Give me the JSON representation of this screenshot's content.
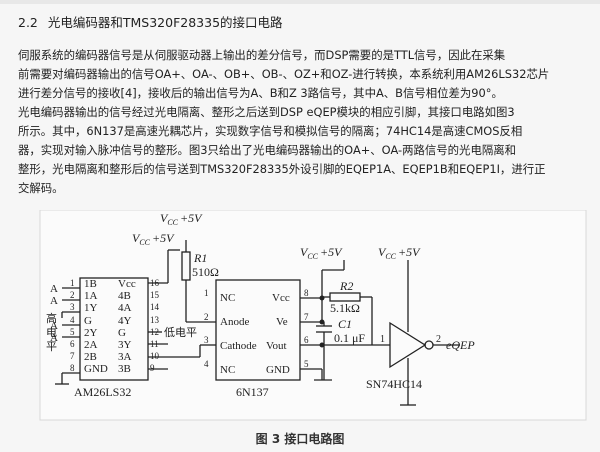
{
  "section": {
    "number": "2.2",
    "title": "光电编码器和TMS320F28335的接口电路"
  },
  "paragraph_lines": [
    "伺服系统的编码器信号是从伺服驱动器上输出的差分信号，而DSP需要的是TTL信号，因此在采集",
    "前需要对编码器输出的信号OA+、OA-、OB+、OB-、OZ+和OZ-进行转换，本系统利用AM26LS32芯片",
    "进行差分信号的接收[4]，接收后的输出信号为A、B和Z 3路信号，其中A、B信号相位差为90°。",
    "光电编码器输出的信号经过光电隔离、整形之后送到DSP eQEP模块的相应引脚，其接口电路如图3",
    "所示。其中，6N137是高速光耦芯片，实现数字信号和模拟信号的隔离；74HC14是高速CMOS反相",
    "器，实现对输入脉冲信号的整形。图3只给出了光电编码器输出的OA+、OA-两路信号的光电隔离和",
    "整形，光电隔离和整形后的信号送到TMS320F28335外设引脚的EQEP1A、EQEP1B和EQEP1I，进行正",
    "交解码。"
  ],
  "figure": {
    "caption": "图 3   接口电路图",
    "vcc_label": "V",
    "vcc_sub": "CC",
    "vcc_value": "+5V",
    "u1": {
      "name": "AM26LS32",
      "inputs": [
        "A",
        "A",
        "A",
        "A"
      ],
      "left_pins": [
        {
          "num": "1",
          "name": "1B"
        },
        {
          "num": "2",
          "name": "1A"
        },
        {
          "num": "3",
          "name": "1Y"
        },
        {
          "num": "4",
          "name": "G"
        },
        {
          "num": "5",
          "name": "2Y"
        },
        {
          "num": "6",
          "name": "2A"
        },
        {
          "num": "7",
          "name": "2B"
        },
        {
          "num": "8",
          "name": "GND"
        }
      ],
      "right_pins": [
        {
          "num": "16",
          "name": "Vcc"
        },
        {
          "num": "15",
          "name": "4B"
        },
        {
          "num": "14",
          "name": "4A"
        },
        {
          "num": "13",
          "name": "4Y"
        },
        {
          "num": "12",
          "name": "G"
        },
        {
          "num": "11",
          "name": "3Y"
        },
        {
          "num": "10",
          "name": "3A"
        },
        {
          "num": "9",
          "name": "3B"
        }
      ],
      "side_label_chars": [
        "高",
        "电",
        "平"
      ],
      "low_level_label": "低电平"
    },
    "r1": {
      "name": "R1",
      "value": "510Ω"
    },
    "u2": {
      "name": "6N137",
      "left_pins": [
        {
          "num": "1",
          "name": "NC"
        },
        {
          "num": "2",
          "name": "Anode"
        },
        {
          "num": "3",
          "name": "Cathode"
        },
        {
          "num": "4",
          "name": "NC"
        }
      ],
      "right_pins": [
        {
          "num": "8",
          "name": "Vcc"
        },
        {
          "num": "7",
          "name": "Ve"
        },
        {
          "num": "6",
          "name": "Vout"
        },
        {
          "num": "5",
          "name": "GND"
        }
      ]
    },
    "r2": {
      "name": "R2",
      "value": "5.1kΩ"
    },
    "c1": {
      "name": "C1",
      "value": "0.1 μF"
    },
    "u3": {
      "name": "SN74HC14",
      "in_pin": "1",
      "out_pin": "2",
      "out_label": "eQEP"
    }
  }
}
